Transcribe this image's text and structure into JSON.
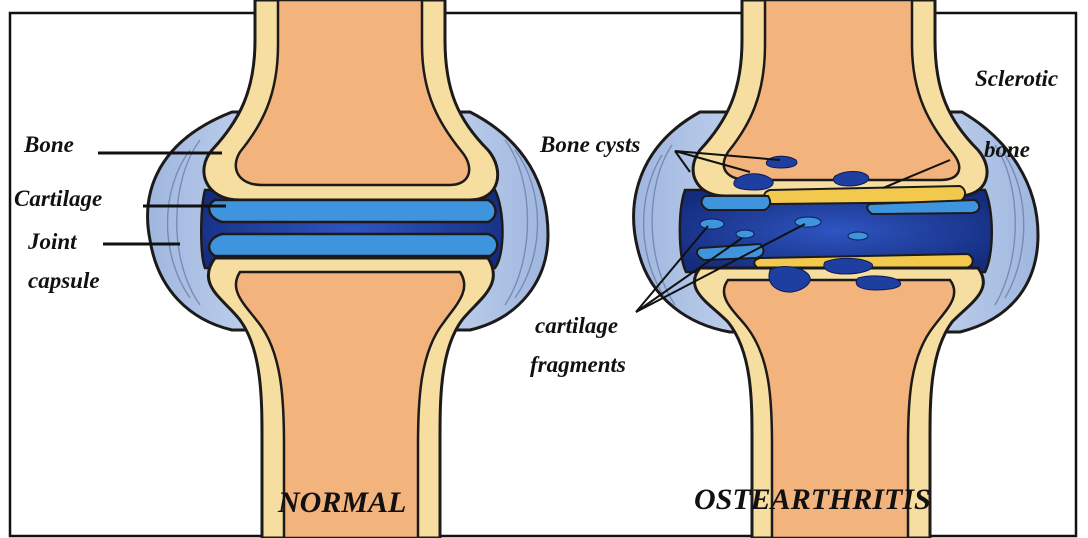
{
  "colors": {
    "bone": "#f3b37c",
    "cortex": "#f6dea0",
    "outline": "#1c1a1a",
    "cartilage": "#3f95dd",
    "synovial": "#1e3fa0",
    "capsule": "#b9cbe8",
    "lesion": "#1e3fa0"
  },
  "normal": {
    "title": "NORMAL",
    "labels": {
      "bone": "Bone",
      "cartilage": "Cartilage",
      "joint_line1": "Joint",
      "joint_line2": "capsule"
    }
  },
  "osteoarthritis": {
    "title": "OSTEARTHRITIS",
    "labels": {
      "bone_cysts": "Bone cysts",
      "sclerotic_line1": "Sclerotic",
      "sclerotic_line2": "bone",
      "fragments_line1": "cartilage",
      "fragments_line2": "fragments"
    }
  }
}
